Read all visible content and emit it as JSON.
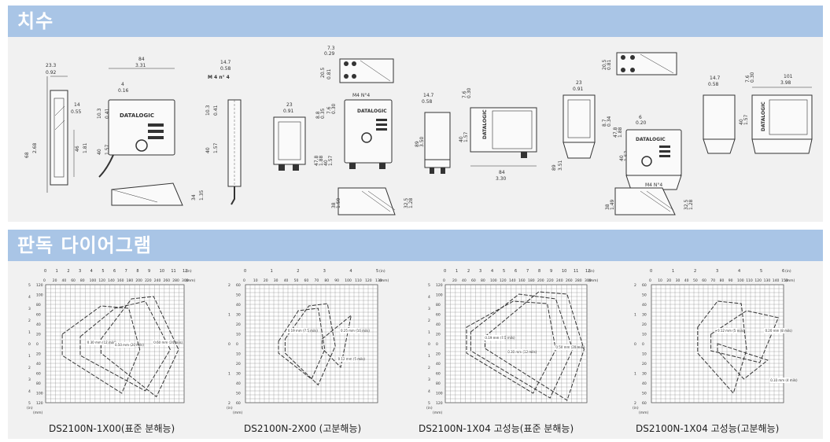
{
  "sections": {
    "dimensions": {
      "title": "치수"
    },
    "reading": {
      "title": "판독 다이어그램"
    }
  },
  "drawings": {
    "v1": {
      "d1": "23.3",
      "d1b": "0.92",
      "d2": "14",
      "d2b": "0.55",
      "h1": "68",
      "h1b": "2.68",
      "h2": "46",
      "h2b": "1.81"
    },
    "v2": {
      "w": "84",
      "wb": "3.31",
      "s": "4",
      "sb": "0.16",
      "t": "10.3",
      "tb": "0.41",
      "h": "40",
      "hb": "1.57",
      "logo": "DATALOGIC"
    },
    "v3": {
      "w": "14.7",
      "wb": "0.58",
      "m": "M 4 n° 4",
      "t": "10.3",
      "tb": "0.41",
      "h": "40",
      "hb": "1.57"
    },
    "v4": {
      "h": "34",
      "hb": "1.35"
    },
    "v5": {
      "a": "7.3",
      "ab": "0.29",
      "b": "20.5",
      "bb": "0.81",
      "c": "23",
      "cb": "0.91",
      "d": "8.8",
      "db": "0.35",
      "e": "7.6",
      "eb": "0.30",
      "f": "47.8",
      "fb": "1.88",
      "g": "40",
      "gb": "1.57",
      "m": "M4 N°4",
      "k": "38",
      "kb": "1.50",
      "l": "32.5",
      "lb": "1.28"
    },
    "v6": {
      "a": "14.7",
      "ab": "0.58",
      "b": "7.6",
      "bb": "0.30",
      "c": "89",
      "cb": "3.50",
      "d": "40",
      "db": "1.57",
      "w": "84",
      "wb": "3.30"
    },
    "v7": {
      "a": "20.5",
      "ab": "0.81",
      "b": "23",
      "bb": "0.91",
      "c": "8.7",
      "cb": "0.34",
      "d": "6",
      "db": "0.20",
      "e": "47.8",
      "eb": "1.88",
      "f": "40",
      "fb": "1.57",
      "g": "89",
      "gb": "3.51",
      "m": "M4 N°4",
      "k": "38",
      "kb": "1.49",
      "l": "32.5",
      "lb": "1.28"
    },
    "v8": {
      "a": "14.7",
      "ab": "0.58",
      "b": "7.6",
      "bb": "0.30",
      "c": "101",
      "cb": "3.98",
      "d": "40",
      "db": "1.57"
    }
  },
  "diagrams": [
    {
      "caption": "DS2100N-1X00(표준 분해능)",
      "in_ticks": [
        "0",
        "1",
        "2",
        "3",
        "4",
        "5",
        "6",
        "7",
        "8",
        "9",
        "10",
        "11",
        "12"
      ],
      "mm_ticks": [
        "0",
        "20",
        "40",
        "60",
        "80",
        "100",
        "120",
        "140",
        "160",
        "180",
        "200",
        "220",
        "240",
        "260",
        "280",
        "300"
      ],
      "y_in": [
        "5",
        "4",
        "3",
        "2",
        "1",
        "0",
        "1",
        "2",
        "3",
        "4",
        "5"
      ],
      "y_mm": [
        "120",
        "100",
        "80",
        "60",
        "40",
        "20",
        "0",
        "20",
        "40",
        "60",
        "80",
        "100",
        "120"
      ],
      "labels": [
        "0.30 mm (12 mils)",
        "0.50 mm (20 mils)",
        "0.60 mm (24 mils)"
      ]
    },
    {
      "caption": "DS2100N-2X00 (고분해능)",
      "in_ticks": [
        "0",
        "1",
        "2",
        "3",
        "4",
        "5"
      ],
      "mm_ticks": [
        "0",
        "10",
        "20",
        "30",
        "40",
        "50",
        "60",
        "70",
        "80",
        "90",
        "100",
        "110",
        "120",
        "130"
      ],
      "y_in": [
        "2",
        "1",
        "0",
        "1",
        "2"
      ],
      "y_mm": [
        "60",
        "50",
        "40",
        "30",
        "20",
        "10",
        "0",
        "10",
        "20",
        "30",
        "40",
        "50",
        "60"
      ],
      "labels": [
        "0.19 mm (7.5 mils)",
        "0.25 mm (10 mils)",
        "0.12 mm (5 mils)"
      ]
    },
    {
      "caption": "DS2100N-1X04 고성능(표준 분해능)",
      "in_ticks": [
        "0",
        "1",
        "2",
        "3",
        "4",
        "5",
        "6",
        "7",
        "8",
        "9",
        "10",
        "11",
        "12"
      ],
      "mm_ticks": [
        "0",
        "20",
        "40",
        "60",
        "80",
        "100",
        "120",
        "140",
        "160",
        "180",
        "200",
        "220",
        "240",
        "260",
        "280",
        "300"
      ],
      "y_in": [
        "5",
        "4",
        "3",
        "2",
        "1",
        "0",
        "1",
        "2",
        "3",
        "4",
        "5"
      ],
      "y_mm": [
        "120",
        "100",
        "80",
        "60",
        "40",
        "20",
        "0",
        "20",
        "40",
        "60",
        "80",
        "100",
        "120"
      ],
      "labels": [
        "0.19 mm (7.5 mils)",
        "0.30 mm (12 mils)",
        "0.50 mm (20 mils)"
      ]
    },
    {
      "caption": "DS2100N-1X04 고성능(고분해능)",
      "in_ticks": [
        "0",
        "1",
        "2",
        "3",
        "4",
        "5",
        "6"
      ],
      "mm_ticks": [
        "0",
        "10",
        "20",
        "30",
        "40",
        "50",
        "60",
        "70",
        "80",
        "90",
        "100",
        "110",
        "120",
        "130",
        "140",
        "150"
      ],
      "y_in": [
        "2",
        "1",
        "0",
        "1",
        "2"
      ],
      "y_mm": [
        "60",
        "50",
        "40",
        "30",
        "20",
        "10",
        "0",
        "10",
        "20",
        "30",
        "40",
        "50",
        "60"
      ],
      "labels": [
        "0.12 mm (5 mils)",
        "0.20 mm (8 mils)",
        "0.10 mm (4 mils)"
      ]
    }
  ],
  "units": {
    "in": "(in)",
    "mm": "(mm)"
  },
  "colors": {
    "band": "#a9c5e6",
    "panel": "#f1f1f1",
    "line": "#333333"
  }
}
